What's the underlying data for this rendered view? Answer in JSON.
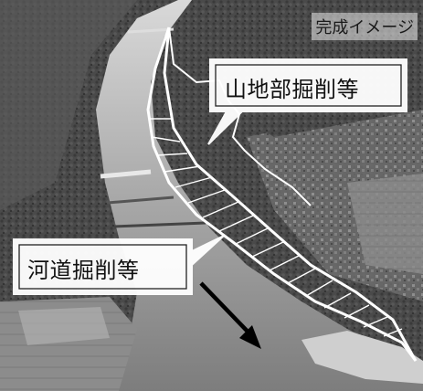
{
  "image_title": "完成イメージ",
  "callouts": {
    "mountain": {
      "label": "山地部掘削等"
    },
    "river": {
      "label": "河道掘削等"
    }
  },
  "colors": {
    "callout_border": "#ffffff",
    "callout_fill": "#ffffff",
    "outline": "#ffffff",
    "arrow": "#000000",
    "photo_tone": "grayscale"
  },
  "icons": {
    "flow_arrow": "flow-direction-arrow-icon"
  }
}
